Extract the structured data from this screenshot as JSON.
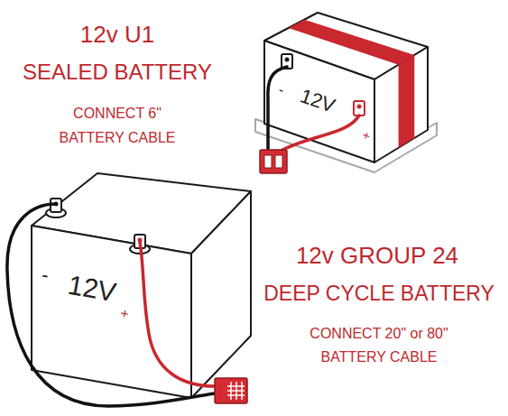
{
  "diagram": {
    "labels": [
      "12v U1",
      "SEALED BATTERY",
      "CONNECT 6\"",
      "BATTERY CABLE",
      "-",
      "12V",
      "+",
      "12v GROUP 24",
      "DEEP CYCLE BATTERY",
      "CONNECT 20\" or 80\"",
      "BATTERY CABLE",
      "-",
      "12V",
      "+"
    ]
  }
}
